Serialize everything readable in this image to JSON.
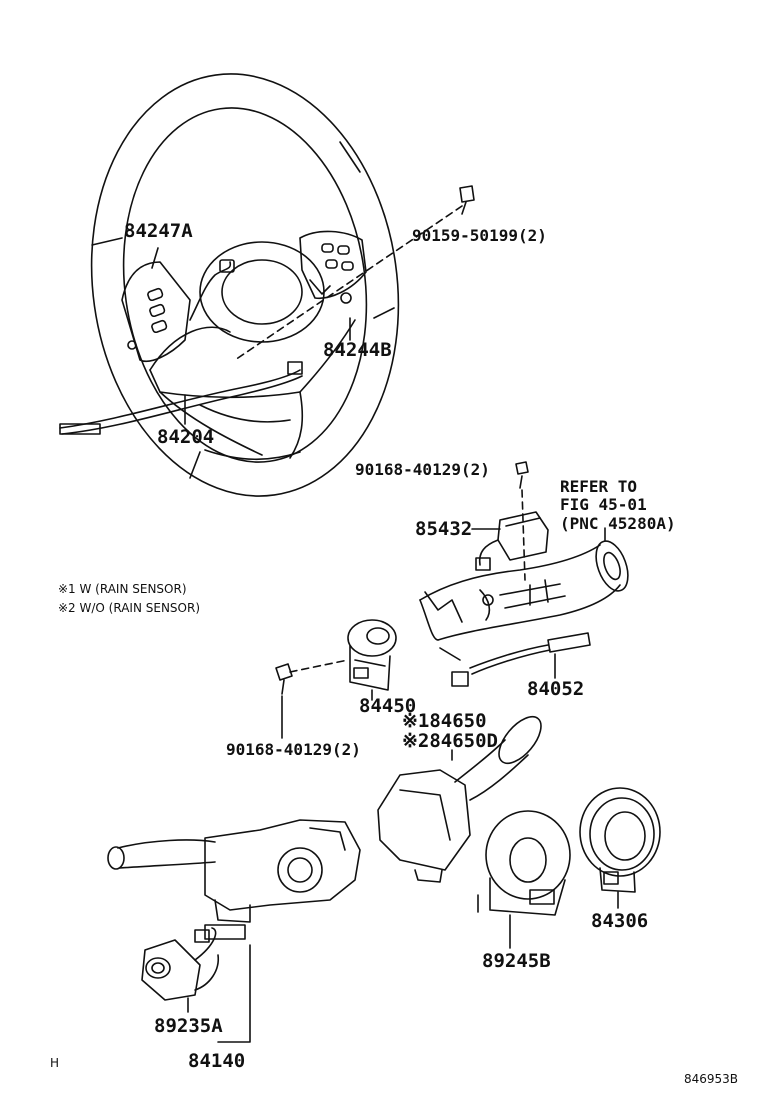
{
  "parts": {
    "p84247A": "84247A",
    "p90159": "90159-50199(2)",
    "p84244B": "84244B",
    "p84204": "84204",
    "p90168a": "90168-40129(2)",
    "p85432": "85432",
    "p84052": "84052",
    "p84450": "84450",
    "p90168b": "90168-40129(2)",
    "p84650": "※184650",
    "p84650D": "※284650D",
    "p84306": "84306",
    "p89245B": "89245B",
    "p89235A": "89235A",
    "p84140": "84140"
  },
  "reference": {
    "line1": "REFER TO",
    "line2": "FIG 45-01",
    "line3": "(PNC 45280A)"
  },
  "notes": {
    "note1": "※1 W (RAIN SENSOR)",
    "note2": "※2 W/O (RAIN SENSOR)"
  },
  "footer": {
    "left_mark": "H",
    "drawing_number": "846953B"
  }
}
